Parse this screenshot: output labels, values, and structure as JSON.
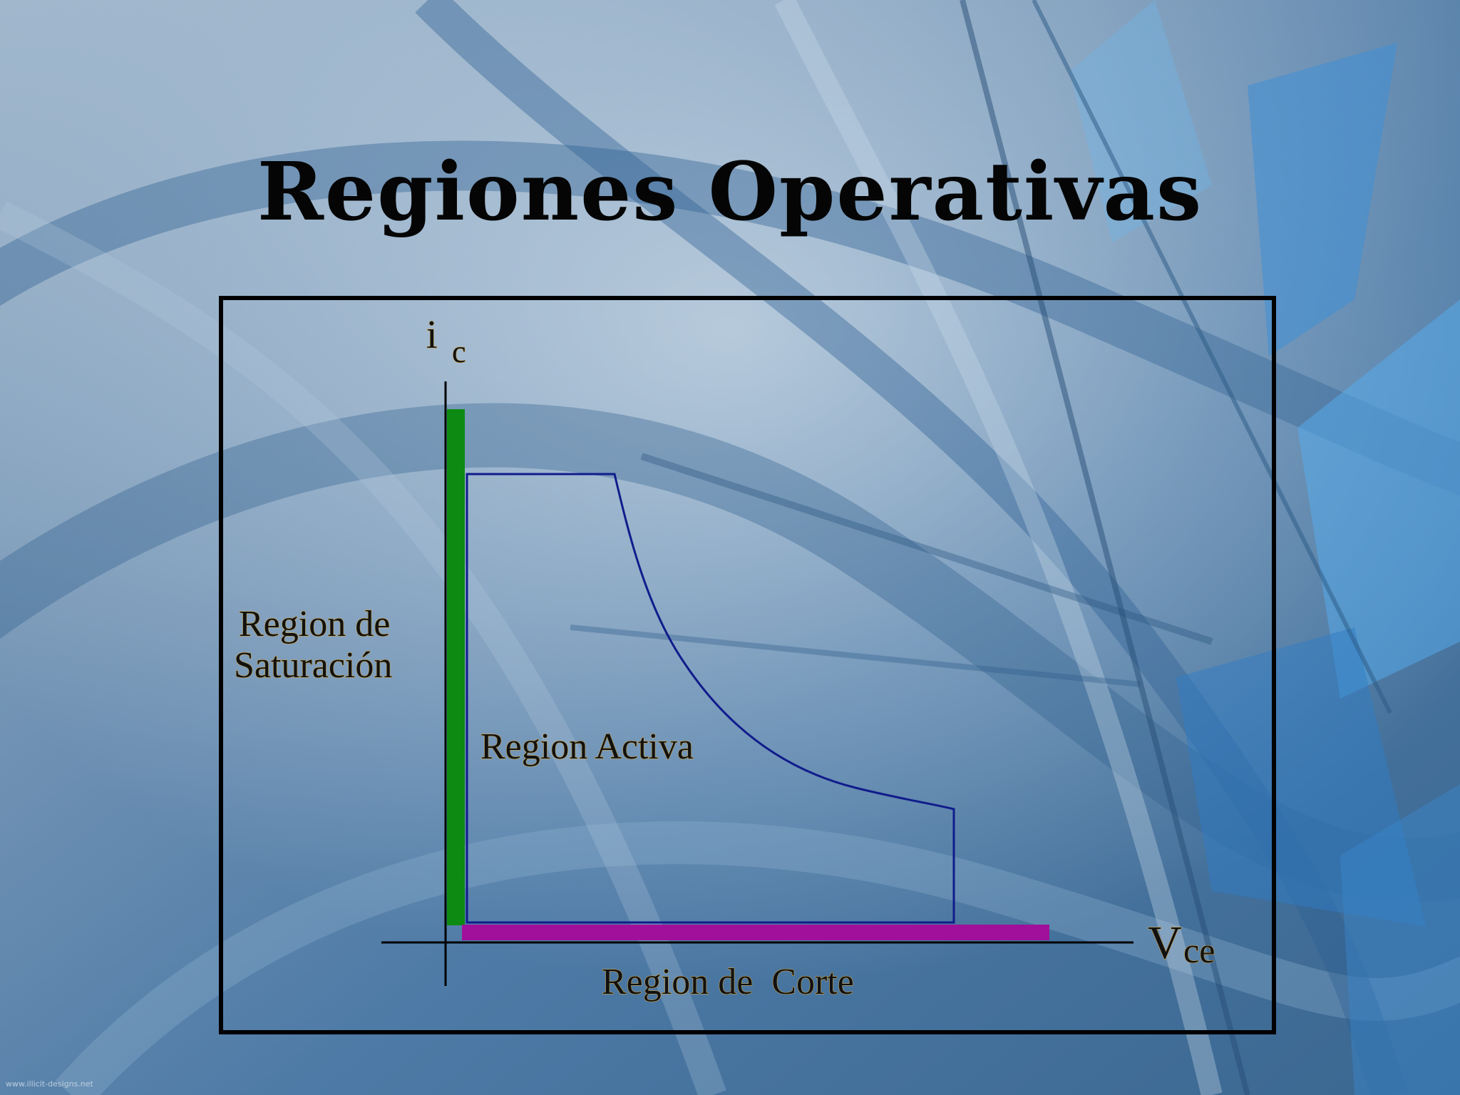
{
  "slide": {
    "title": "Regiones Operativas",
    "watermark": "www.illicit-designs.net"
  },
  "diagram": {
    "y_axis_symbol": "i",
    "y_axis_subscript": "c",
    "x_axis_symbol": "V",
    "x_axis_subscript": "ce",
    "regions": {
      "saturation_line1": "Region de",
      "saturation_line2": "Saturación",
      "active": "Region Activa",
      "cutoff": "Region de  Corte"
    },
    "colors": {
      "saturation_bar": "#0d8a12",
      "cutoff_bar": "#a0109a",
      "active_outline": "#101c8c",
      "frame": "#000000"
    }
  }
}
